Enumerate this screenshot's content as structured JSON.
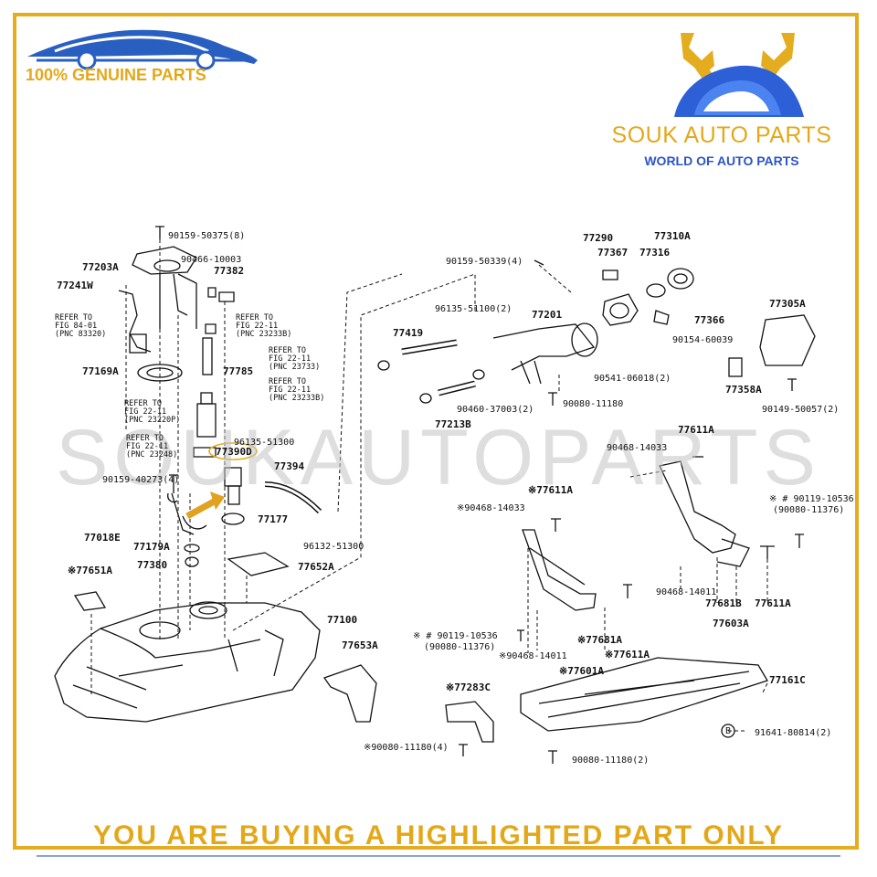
{
  "branding": {
    "genuine": "100% GENUINE PARTS",
    "brand": "SOUK AUTO PARTS",
    "tagline": "WORLD OF AUTO PARTS",
    "watermark": "SOUKAUTOPARTS",
    "footer": "YOU ARE BUYING A HIGHLIGHTED PART ONLY",
    "accent_color": "#e3ad1f",
    "brand_blue": "#2c55c8"
  },
  "labels": {
    "l01": "90159-50375(8)",
    "l02": "77203A",
    "l03": "90466-10003",
    "l04": "77382",
    "l05": "77241W",
    "l06": "REFER TO",
    "l07": "FIG 84-01",
    "l08": "(PNC 83320)",
    "l09": "REFER TO",
    "l10": "FIG 22-11",
    "l11": "(PNC 23233B)",
    "l12": "REFER TO",
    "l13": "FIG 22-11",
    "l14": "(PNC 23733)",
    "l15": "77785",
    "l16": "77169A",
    "l17": "REFER TO",
    "l18": "FIG 22-11",
    "l19": "(PNC 23233B)",
    "l20": "REFER TO",
    "l21": "FIG 22-11",
    "l22": "(PNC 23220P)",
    "l23": "REFER TO",
    "l24": "FIG 22-11",
    "l25": "(PNC 23248)",
    "l26": "96135-51300",
    "l27": "77390D",
    "l28": "77394",
    "l29": "90159-40273(4)",
    "l30": "77018E",
    "l31": "77177",
    "l32": "77179A",
    "l33": "96132-51300",
    "l34": "77380",
    "l35": "77652A",
    "l36": "※77651A",
    "l37": "77100",
    "l38": "77653A",
    "l39": "90159-50339(4)",
    "l40": "77290",
    "l41": "77367",
    "l42": "77310A",
    "l43": "77316",
    "l44": "96135-51100(2)",
    "l45": "77201",
    "l46": "77419",
    "l47": "77366",
    "l48": "77305A",
    "l49": "90154-60039",
    "l50": "90541-06018(2)",
    "l51": "77358A",
    "l52": "90460-37003(2)",
    "l53": "90080-11180",
    "l54": "90149-50057(2)",
    "l55": "77213B",
    "l56": "77611A",
    "l57": "90468-14033",
    "l58": "※77611A",
    "l59": "※90468-14033",
    "l60": "※ # 90119-10536",
    "l61": "(90080-11376)",
    "l62": "90468-14011",
    "l63": "77681B",
    "l64": "77611A",
    "l65": "77603A",
    "l66": "※ # 90119-10536",
    "l67": "(90080-11376)",
    "l68": "※77681A",
    "l69": "※90468-14011",
    "l70": "※77611A",
    "l71": "※77601A",
    "l72": "77161C",
    "l73": "※77283C",
    "l74": "91641-80814(2)",
    "l75": "※90080-11180(4)",
    "l76": "90080-11180(2)",
    "l77": "B"
  }
}
